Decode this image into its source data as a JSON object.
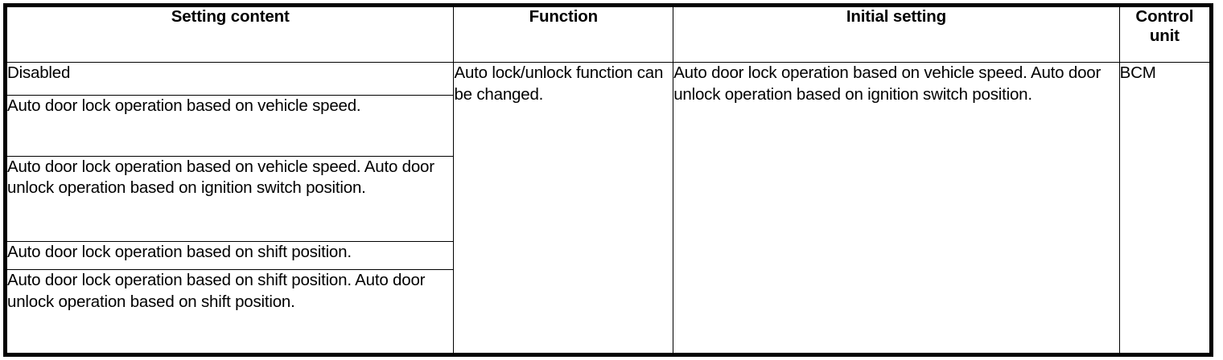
{
  "table": {
    "headers": {
      "setting_content": "Setting content",
      "function": "Function",
      "initial_setting": "Initial setting",
      "control_unit": "Control unit"
    },
    "setting_content_rows": [
      "Disabled",
      "Auto door lock operation based on vehicle speed.",
      "Auto door lock operation based on vehicle speed. Auto door unlock operation based on ignition switch position.",
      "Auto door lock operation based on shift position.",
      "Auto door lock operation based on shift position. Auto door unlock operation based on shift position."
    ],
    "function": "Auto lock/unlock function can be changed.",
    "initial_setting": "Auto door lock operation based on vehicle speed. Auto door unlock operation based on ignition switch position.",
    "control_unit": "BCM"
  },
  "colors": {
    "border": "#000000",
    "text": "#000000",
    "background": "#ffffff"
  }
}
